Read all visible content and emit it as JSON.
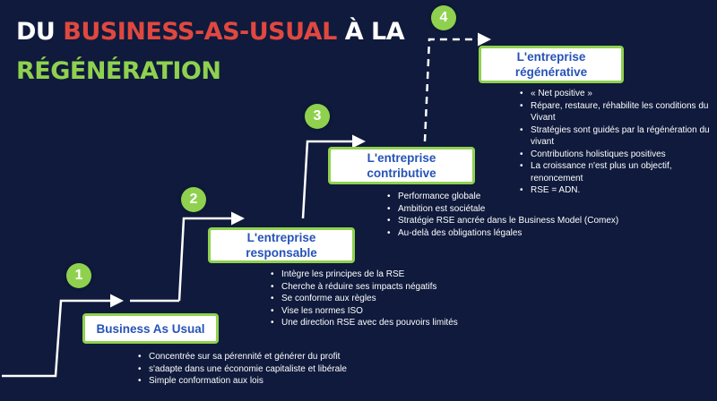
{
  "title": {
    "line1_a": "DU ",
    "line1_b": "BUSINESS-AS-USUAL",
    "line1_c": " À LA",
    "line2": "RÉGÉNÉRATION"
  },
  "colors": {
    "background": "#0f1a3c",
    "accent_green": "#8fd14f",
    "accent_red": "#e0483f",
    "box_text_blue": "#2653b8"
  },
  "steps": [
    {
      "number": "1",
      "label": "Business As Usual",
      "bullets": [
        "Concentrée sur sa pérennité et générer du profit",
        "s'adapte dans une économie capitaliste et libérale",
        "Simple conformation aux lois"
      ]
    },
    {
      "number": "2",
      "label": "L'entreprise\nresponsable",
      "bullets": [
        "Intègre les principes de la RSE",
        "Cherche à réduire ses impacts négatifs",
        "Se conforme aux règles",
        "Vise les normes ISO",
        "Une direction RSE avec des pouvoirs limités"
      ]
    },
    {
      "number": "3",
      "label": "L'entreprise\ncontributive",
      "bullets": [
        "Performance globale",
        "Ambition est sociétale",
        "Stratégie RSE ancrée dans le Business Model (Comex)",
        "Au-delà des obligations légales"
      ]
    },
    {
      "number": "4",
      "label": "L'entreprise\nrégénérative",
      "bullets": [
        "« Net positive »",
        " Répare, restaure, réhabilite les conditions du Vivant",
        "Stratégies sont guidés par la régénération du vivant",
        "Contributions holistiques positives",
        "La croissance n'est plus un objectif, renoncement",
        "RSE = ADN."
      ]
    }
  ]
}
